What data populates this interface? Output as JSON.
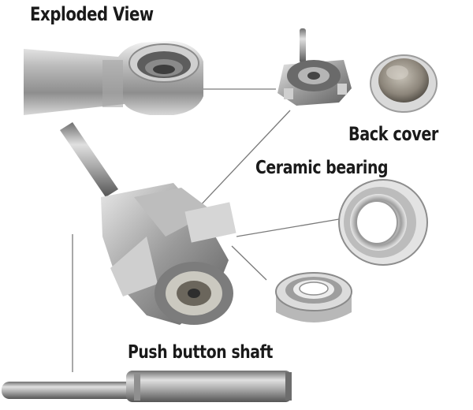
{
  "labels": {
    "title": "Exploded View",
    "back_cover": "Back cover",
    "ceramic_bearing": "Ceramic bearing",
    "push_button_shaft": "Push button shaft"
  }
}
